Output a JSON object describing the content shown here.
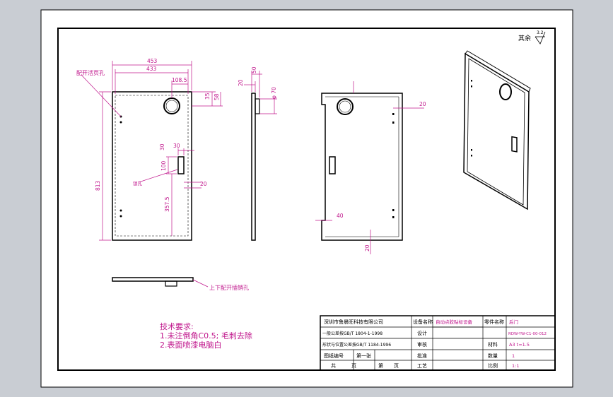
{
  "roughness": {
    "label": "其余",
    "value": "3.2"
  },
  "front_view": {
    "label_hinge_holes": "配开活页孔",
    "label_lock_hole": "锁孔",
    "dim_width_outer": "453",
    "dim_width_inner": "433",
    "dim_hole_x": "108.5",
    "dim_hole_y1": "35",
    "dim_hole_y2": "58",
    "dim_height": "813",
    "dim_lock_w": "30",
    "dim_lock_h": "100",
    "dim_lock_y": "357.5",
    "dim_edge_a": "30",
    "dim_edge_b": "20"
  },
  "side_view": {
    "dim_top": "50",
    "dim_flange": "20",
    "dim_dia": "φ 70"
  },
  "rear_view": {
    "dim_right": "20",
    "dim_left": "40",
    "dim_bottom": "20"
  },
  "bottom_view": {
    "label": "上下配开插销孔"
  },
  "tech_requirements": {
    "title": "技术要求:",
    "line1": "1.未注倒角C0.5; 毛刺去除",
    "line2": "2.表面喷漆电脑白"
  },
  "title_block": {
    "company": "深圳市鲁晨旺科技有限公司",
    "std1": "一般公差按GB/T 1804-1-1998",
    "std2": "形状与位置公差按GB/T 1184-1996",
    "drawing_no_label": "图纸编号",
    "page_label": "第一张",
    "total_label": "共",
    "page_unit": "页",
    "sheet_label": "第",
    "sheet_unit": "页",
    "device_label": "设备名称",
    "device_name": "自动点胶贴标设备",
    "part_label": "零件名称",
    "part_name": "后门",
    "part_no": "RDW-YW-C1-00-012",
    "design_label": "设计",
    "check_label": "审核",
    "approve_label": "批准",
    "craft_label": "工艺",
    "material_label": "材料",
    "material_value": "A3 t=1.5",
    "qty_label": "数量",
    "qty_value": "1",
    "scale_label": "比例",
    "scale_value": "1:1"
  }
}
